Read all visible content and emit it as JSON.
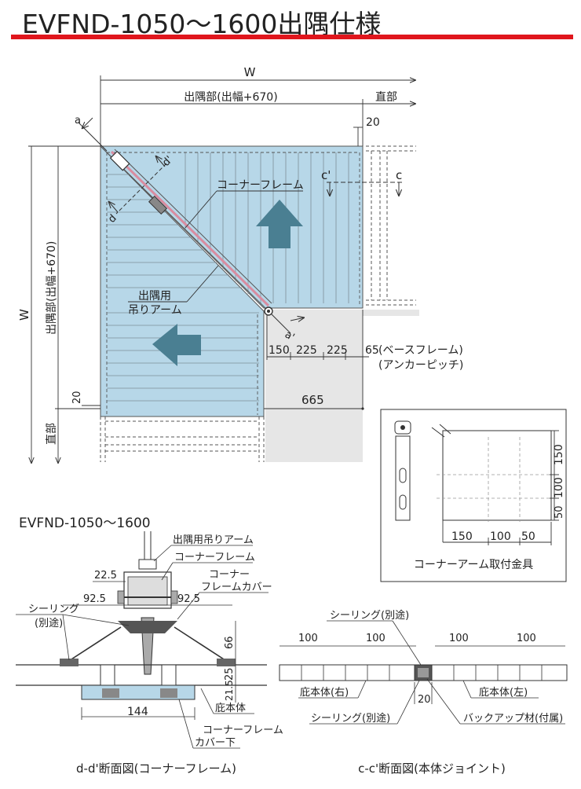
{
  "page": {
    "title": "EVFND-1050〜1600出隅仕様",
    "accent_color": "#e0161d",
    "panel_fill": "#b7d7e8",
    "frame_color": "#d98ca0"
  },
  "plan": {
    "dim_w": "W",
    "dim_corner_top": "出隅部(出幅+670)",
    "dim_straight_top": "直部",
    "dim_20_top": "20",
    "dim_w_left": "W",
    "dim_corner_left": "出隅部(出幅+670)",
    "dim_straight_left": "直部",
    "dim_20_left": "20",
    "label_a": "a",
    "label_a_prime": "a'",
    "label_d": "d",
    "label_d_prime": "d'",
    "label_c": "c",
    "label_c_prime": "c'",
    "corner_frame": "コーナーフレーム",
    "hang_arm_line1": "出隅用",
    "hang_arm_line2": "吊りアーム",
    "pitch": [
      "150",
      "225",
      "225",
      "65"
    ],
    "base_frame": "(ベースフレーム)",
    "anchor_pitch": "(アンカーピッチ)",
    "dim_665": "665"
  },
  "bracket": {
    "caption": "コーナーアーム取付金具",
    "dims_bottom": [
      "150",
      "100",
      "50"
    ],
    "dims_right": [
      "150",
      "100",
      "50"
    ]
  },
  "section_dd": {
    "model": "EVFND-1050〜1600",
    "hang_arm": "出隅用吊りアーム",
    "corner_frame": "コーナーフレーム",
    "frame_cover_line1": "コーナー",
    "frame_cover_line2": "フレームカバー",
    "sealing_line1": "シーリング",
    "sealing_line2": "(別途)",
    "dim_22_5": "22.5",
    "dim_92_5_left": "92.5",
    "dim_92_5_right": "92.5",
    "dim_66": "66",
    "dim_25": "25",
    "dim_21_5": "21.5",
    "dim_144": "144",
    "body": "庇本体",
    "cover_lower_line1": "コーナーフレーム",
    "cover_lower_line2": "カバー下",
    "caption": "d-d'断面図(コーナーフレーム)"
  },
  "section_cc": {
    "sealing_top": "シーリング(別途)",
    "dims": [
      "100",
      "100",
      "100",
      "100"
    ],
    "body_right": "庇本体(右)",
    "body_left": "庇本体(左)",
    "dim_20": "20",
    "sealing_bottom": "シーリング(別途)",
    "backup": "バックアップ材(付属)",
    "caption": "c-c'断面図(本体ジョイント)"
  }
}
